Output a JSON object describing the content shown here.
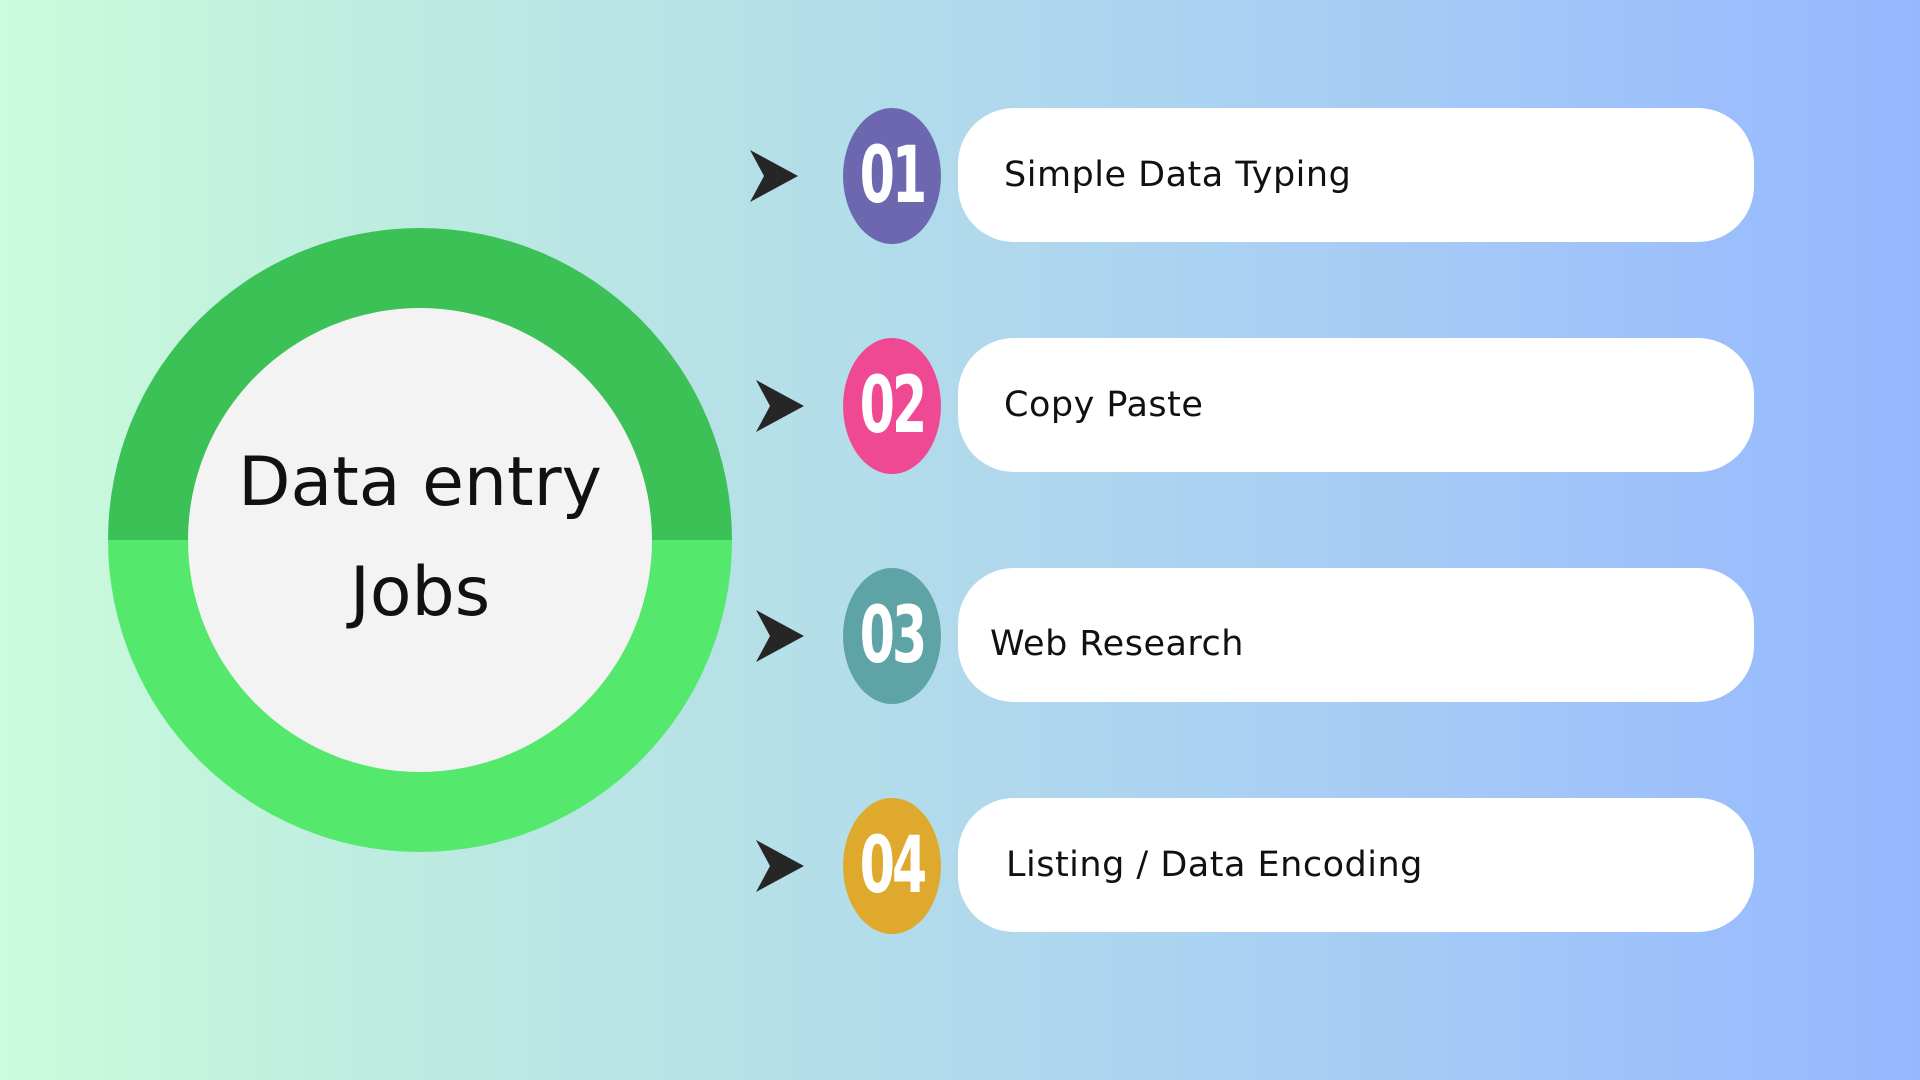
{
  "center": {
    "title_line1": "Data entry",
    "title_line2": "Jobs",
    "ring_color_top": "#3cc157",
    "ring_color_bottom": "#54e96c"
  },
  "items": [
    {
      "number": "01",
      "label": "Simple Data Typing",
      "color": "#6c67ae",
      "icon": "arrow-right-icon"
    },
    {
      "number": "02",
      "label": "Copy Paste",
      "color": "#ee4992",
      "icon": "arrow-right-icon"
    },
    {
      "number": "03",
      "label": "Web Research",
      "color": "#5ea3a5",
      "icon": "arrow-right-icon"
    },
    {
      "number": "04",
      "label": "Listing / Data Encoding",
      "color": "#dea92d",
      "icon": "arrow-right-icon"
    }
  ]
}
